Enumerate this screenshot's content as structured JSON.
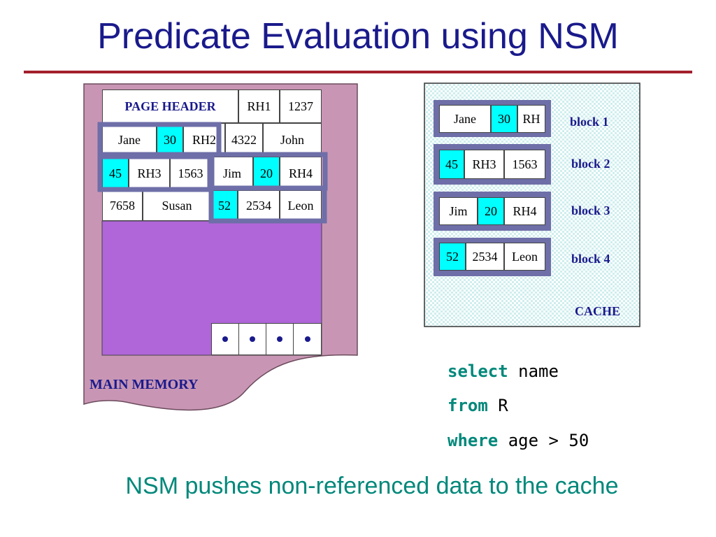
{
  "title": "Predicate Evaluation using NSM",
  "main_memory": {
    "label": "MAIN MEMORY",
    "page_header": "PAGE HEADER",
    "row1": [
      "RH1",
      "1237"
    ],
    "row2": [
      "Jane",
      "30",
      "RH2",
      "4322",
      "John"
    ],
    "row3": [
      "45",
      "RH3",
      "1563",
      "Jim",
      "20",
      "RH4"
    ],
    "row4": [
      "7658",
      "Susan",
      "52",
      "2534",
      "Leon"
    ],
    "slot_dots": [
      "•",
      "•",
      "•",
      "•"
    ]
  },
  "cache": {
    "label": "CACHE",
    "blocks": [
      {
        "label": "block 1",
        "cells": [
          "Jane",
          "30",
          "RH"
        ]
      },
      {
        "label": "block 2",
        "cells": [
          "45",
          "RH3",
          "1563"
        ]
      },
      {
        "label": "block 3",
        "cells": [
          "Jim",
          "20",
          "RH4"
        ]
      },
      {
        "label": "block 4",
        "cells": [
          "52",
          "2534",
          "Leon"
        ]
      }
    ]
  },
  "query": {
    "select_kw": "select",
    "select_val": "name",
    "from_kw": "from",
    "from_val": "R",
    "where_kw": "where",
    "where_val": "age > 50"
  },
  "caption": "NSM pushes non-referenced data to the cache",
  "colors": {
    "title": "#1a1a8c",
    "rule": "#a31f2b",
    "page_bg": "#c896b4",
    "free_space": "#b066d8",
    "highlight": "#00ffff",
    "block_border": "#6e6ea8",
    "cache_bg": "#dff5f5",
    "keyword": "#00887a"
  }
}
